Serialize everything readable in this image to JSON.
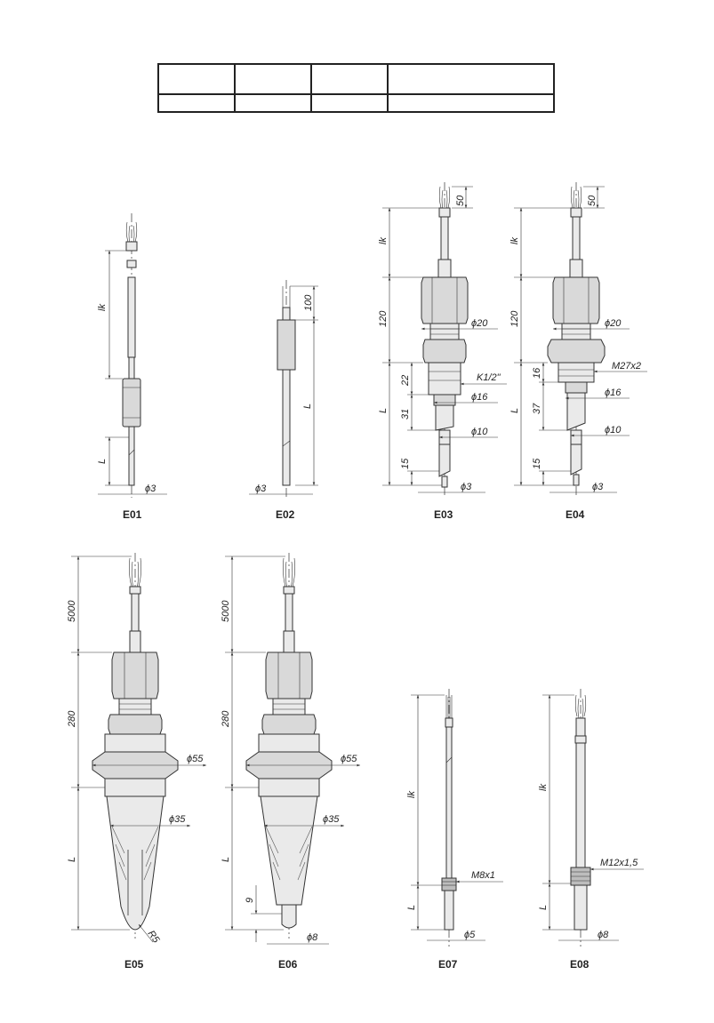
{
  "header_table": {
    "rows": 2,
    "columns": 4
  },
  "variants": [
    {
      "code": "E01",
      "dims": [
        "lk",
        "L",
        "ϕ3"
      ]
    },
    {
      "code": "E02",
      "dims": [
        "100",
        "L",
        "ϕ3"
      ]
    },
    {
      "code": "E03",
      "dims": [
        "50",
        "lk",
        "120",
        "ϕ20",
        "22",
        "K1/2\"",
        "L",
        "ϕ16",
        "31",
        "ϕ10",
        "15",
        "ϕ3"
      ]
    },
    {
      "code": "E04",
      "dims": [
        "50",
        "lk",
        "120",
        "ϕ20",
        "16",
        "M27x2",
        "L",
        "ϕ16",
        "37",
        "ϕ10",
        "15",
        "ϕ3"
      ]
    },
    {
      "code": "E05",
      "dims": [
        "5000",
        "280",
        "ϕ55",
        "ϕ35",
        "L",
        "R5"
      ]
    },
    {
      "code": "E06",
      "dims": [
        "5000",
        "280",
        "ϕ55",
        "ϕ35",
        "L",
        "9",
        "ϕ8"
      ]
    },
    {
      "code": "E07",
      "dims": [
        "lk",
        "M8x1",
        "L",
        "ϕ5"
      ]
    },
    {
      "code": "E08",
      "dims": [
        "lk",
        "M12x1,5",
        "L",
        "ϕ8"
      ]
    }
  ]
}
